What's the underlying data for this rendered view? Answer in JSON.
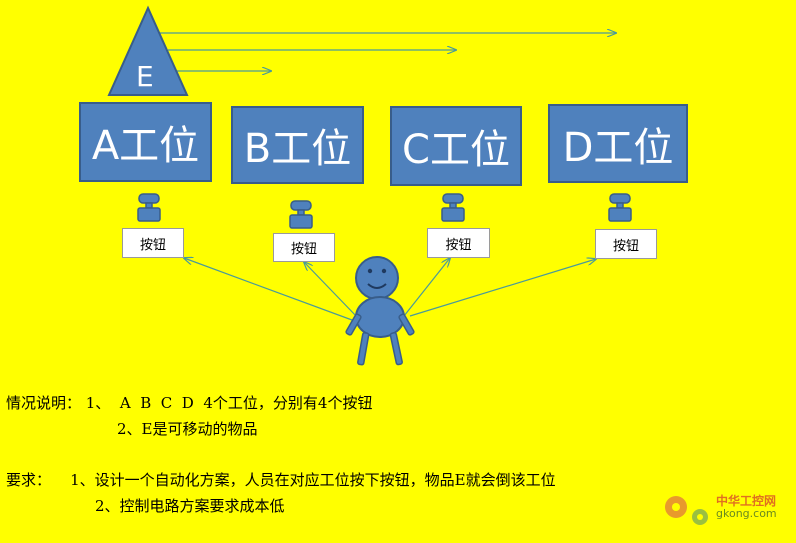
{
  "item_label": "E",
  "stations": [
    {
      "label": "A工位"
    },
    {
      "label": "B工位"
    },
    {
      "label": "C工位"
    },
    {
      "label": "D工位"
    }
  ],
  "buttons": [
    {
      "label": "按钮"
    },
    {
      "label": "按钮"
    },
    {
      "label": "按钮"
    },
    {
      "label": "按钮"
    }
  ],
  "description": {
    "situation_line1": "情况说明： 1、  A  B  C  D  4个工位，分别有4个按钮",
    "situation_line2": "2、E是可移动的物品",
    "requirement_line1": "要求：    1、设计一个自动化方案，人员在对应工位按下按钮，物品E就会倒该工位",
    "requirement_line2": "2、控制电路方案要求成本低"
  },
  "watermark": {
    "brand": "中华工控网",
    "url": "gkong.com"
  },
  "colors": {
    "background": "#ffff00",
    "shape_fill": "#4f81bd",
    "shape_border": "#385d8a",
    "arrow": "#4a9a9a"
  }
}
